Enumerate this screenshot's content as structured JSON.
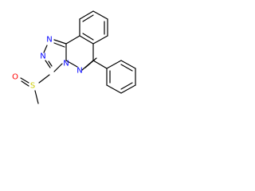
{
  "diagram": {
    "type": "chemical-structure",
    "atoms": [
      {
        "id": "n1",
        "label": "N",
        "color": "#0000ff"
      },
      {
        "id": "n2",
        "label": "N",
        "color": "#0000ff"
      },
      {
        "id": "n4",
        "label": "N",
        "color": "#0000ff"
      },
      {
        "id": "n5",
        "label": "N",
        "color": "#0000ff"
      },
      {
        "id": "s",
        "label": "S",
        "color": "#cccc00"
      },
      {
        "id": "o",
        "label": "O",
        "color": "#ff0000"
      }
    ]
  },
  "colors": {
    "bond": "#000000",
    "nitrogen": "#0000ff",
    "sulfur": "#cccc00",
    "oxygen": "#ff0000",
    "background": "#ffffff"
  }
}
